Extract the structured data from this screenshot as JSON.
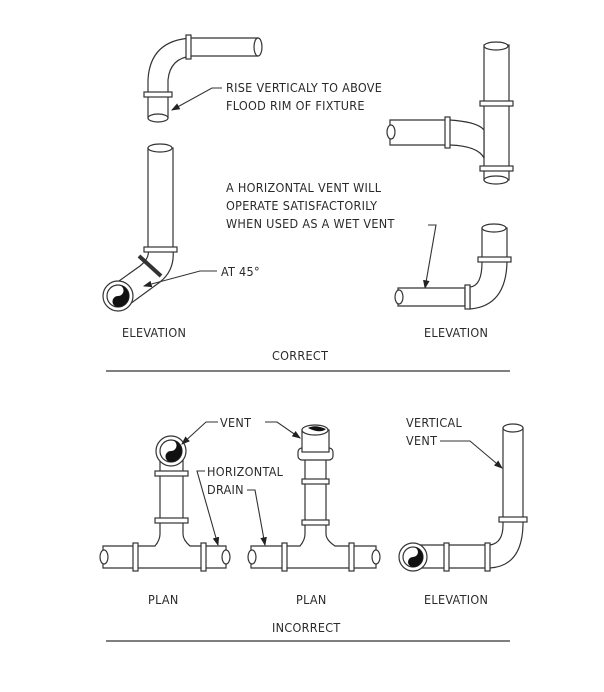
{
  "sections": {
    "correct": {
      "title": "CORRECT",
      "views": [
        {
          "caption": "ELEVATION"
        },
        {
          "caption": "ELEVATION"
        }
      ],
      "notes": {
        "rise": [
          "RISE VERTICALY TO ABOVE",
          "FLOOD RIM OF FIXTURE"
        ],
        "at45": "AT 45°",
        "horizontal_vent": [
          "A HORIZONTAL VENT WILL",
          "OPERATE SATISFACTORILY",
          "WHEN USED AS A WET VENT"
        ]
      }
    },
    "incorrect": {
      "title": "INCORRECT",
      "views": [
        {
          "caption": "PLAN"
        },
        {
          "caption": "PLAN"
        },
        {
          "caption": "ELEVATION"
        }
      ],
      "notes": {
        "vent": "VENT",
        "horizontal_drain": [
          "HORIZONTAL",
          "DRAIN"
        ],
        "vertical_vent": [
          "VERTICAL",
          "VENT"
        ]
      }
    }
  },
  "colors": {
    "line": "#333333",
    "text": "#2a2a2a",
    "background": "#ffffff"
  }
}
